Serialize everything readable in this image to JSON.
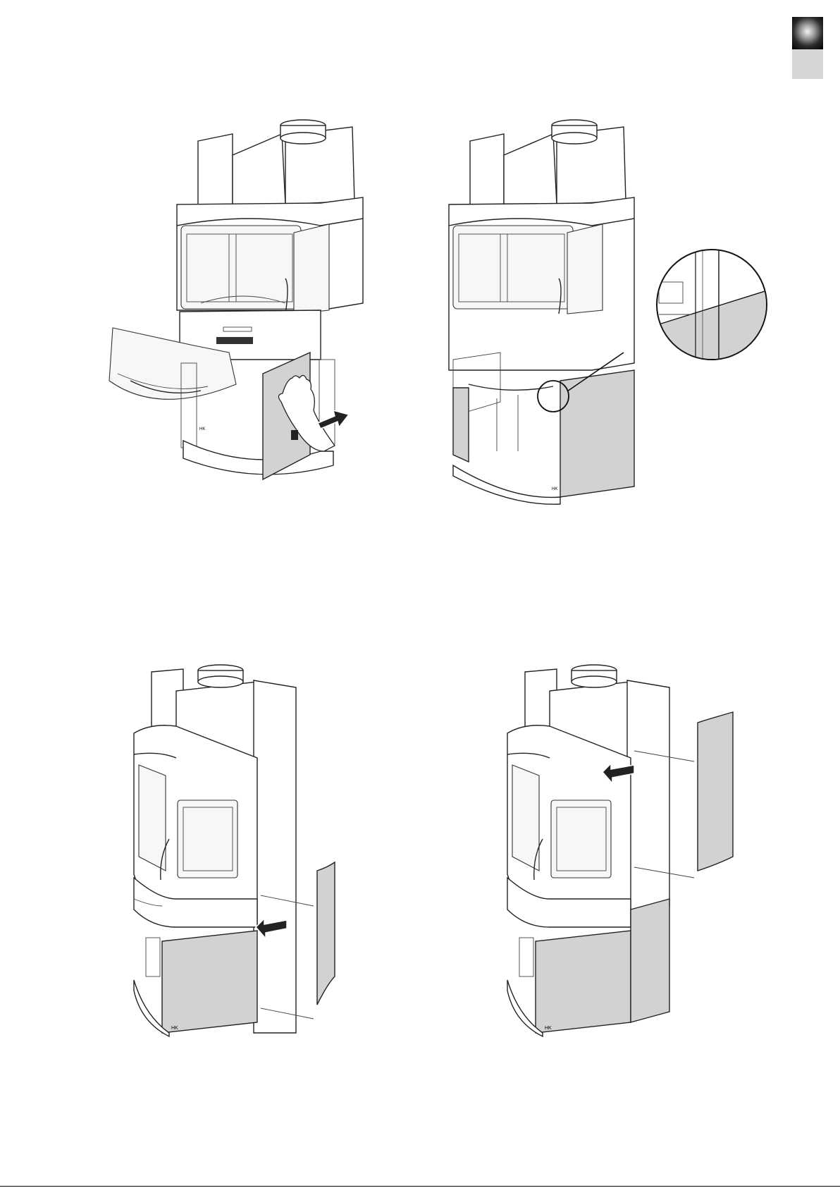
{
  "document": {
    "figures": [
      {
        "id": "fig-1",
        "caption": ""
      },
      {
        "id": "fig-2",
        "caption": ""
      },
      {
        "id": "fig-3",
        "caption": ""
      },
      {
        "id": "fig-4",
        "caption": ""
      }
    ]
  },
  "language_tab": {
    "active_color": "#000000",
    "inactive_color": "#d6d6d6"
  },
  "colors": {
    "panel_fill": "#d2d2d2",
    "line": "#222222"
  },
  "icons": [
    "hand-icon",
    "arrow-icon",
    "magnifier-circle-icon",
    "logo-hk"
  ]
}
